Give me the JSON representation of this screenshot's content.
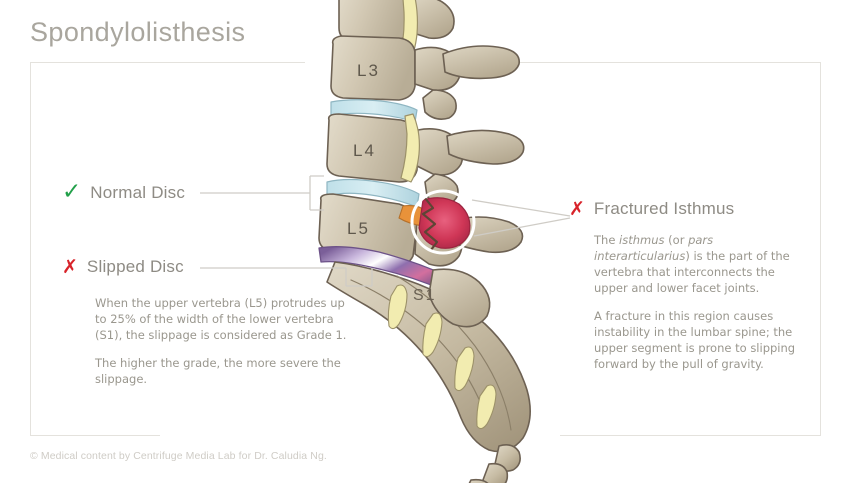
{
  "page": {
    "title": "Spondylolisthesis",
    "footer": "© Medical content by Centrifuge Media Lab for Dr. Caludia Ng."
  },
  "colors": {
    "title": "#a9a69e",
    "body_text": "#9a978e",
    "label_text": "#8e8b84",
    "check_green": "#22a04a",
    "cross_red": "#d8232a",
    "frame": "#e4e2dd",
    "bone_fill": "#cdc3ae",
    "bone_light": "#ded6c4",
    "bone_outline": "#6d6153",
    "healthy_disc": "#cfe8ef",
    "slipped_disc": "#9c7fb5",
    "fracture_red": "#cf3656",
    "fracture_orange": "#e8923a",
    "foramen_yellow": "#f2ecb0",
    "footer_text": "#cfccc6"
  },
  "left": {
    "normal_disc": {
      "icon": "check-icon",
      "label": "Normal Disc"
    },
    "slipped_disc": {
      "icon": "cross-icon",
      "label": "Slipped Disc"
    },
    "paragraphs": [
      "When the upper vertebra (L5) protrudes up to 25% of the width of the lower vertebra (S1), the slippage is considered as Grade 1.",
      "The higher the grade, the more severe the slippage."
    ]
  },
  "right": {
    "fractured_isthmus": {
      "icon": "cross-icon",
      "label": "Fractured Isthmus"
    },
    "paragraph1": {
      "pre": "The ",
      "em1": "isthmus",
      "mid": " (or ",
      "em2": "pars interarticularius",
      "post": ") is the part of the vertebra that interconnects the upper and lower facet joints."
    },
    "paragraph2": "A fracture in this region causes instability in the lumbar spine; the upper segment is prone to slipping forward by the pull of gravity."
  },
  "illustration": {
    "name": "lumbar-spine-spondylolisthesis-illustration",
    "vertebra_labels": [
      {
        "id": "L3",
        "text": "L3"
      },
      {
        "id": "L4",
        "text": "L4"
      },
      {
        "id": "L5",
        "text": "L5"
      },
      {
        "id": "S1",
        "text": "S1"
      }
    ],
    "features": [
      "healthy-disc-l3-l4",
      "healthy-disc-l4-l5",
      "slipped-disc-l5-s1",
      "fracture-zoom-circle",
      "sacral-foramina",
      "coccyx"
    ]
  }
}
